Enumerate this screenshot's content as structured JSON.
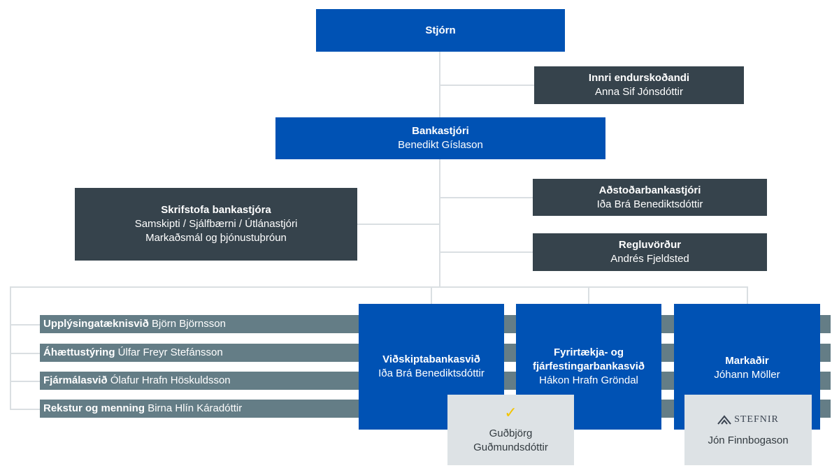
{
  "board": {
    "title": "Stjórn"
  },
  "internal_audit": {
    "title": "Innri endurskoðandi",
    "name": "Anna Sif Jónsdóttir"
  },
  "ceo": {
    "title": "Bankastjóri",
    "name": "Benedikt Gíslason"
  },
  "ceo_office": {
    "title": "Skrifstofa bankastjóra",
    "line1": "Samskipti / Sjálfbærni / Útlánastjóri",
    "line2": "Markaðsmál og þjónustuþróun"
  },
  "deputy_ceo": {
    "title": "Aðstoðarbankastjóri",
    "name": "Iða Brá Benediktsdóttir"
  },
  "compliance": {
    "title": "Regluvörður",
    "name": "Andrés Fjeldsted"
  },
  "support_divisions": [
    {
      "title": "Upplýsingatæknisvið",
      "name": "Björn Björnsson"
    },
    {
      "title": "Áhættustýring",
      "name": "Úlfar Freyr Stefánsson"
    },
    {
      "title": "Fjármálasvið",
      "name": "Ólafur Hrafn Höskuldsson"
    },
    {
      "title": "Rekstur og menning",
      "name": "Birna Hlín Káradóttir"
    }
  ],
  "business_divisions": [
    {
      "title": "Viðskiptabankasvið",
      "name": "Iða Brá Benediktsdóttir"
    },
    {
      "title_line1": "Fyrirtækja- og",
      "title_line2": "fjárfestingarbankasvið",
      "name": "Hákon Hrafn Gröndal"
    },
    {
      "title": "Markaðir",
      "name": "Jóhann Möller"
    }
  ],
  "subsidiaries": [
    {
      "logo_icon": "vordur-v-logo-icon",
      "name_line1": "Guðbjörg",
      "name_line2": "Guðmundsdóttir"
    },
    {
      "logo_icon": "stefnir-logo-icon",
      "logo_text": "STEFNIR",
      "name": "Jón Finnbogason"
    }
  ],
  "colors": {
    "blue": "#0052b4",
    "dark": "#36434c",
    "gray_bar": "#647d86",
    "light": "#dde2e5",
    "connector": "#dadfe2",
    "vordur_yellow": "#f3c400"
  }
}
